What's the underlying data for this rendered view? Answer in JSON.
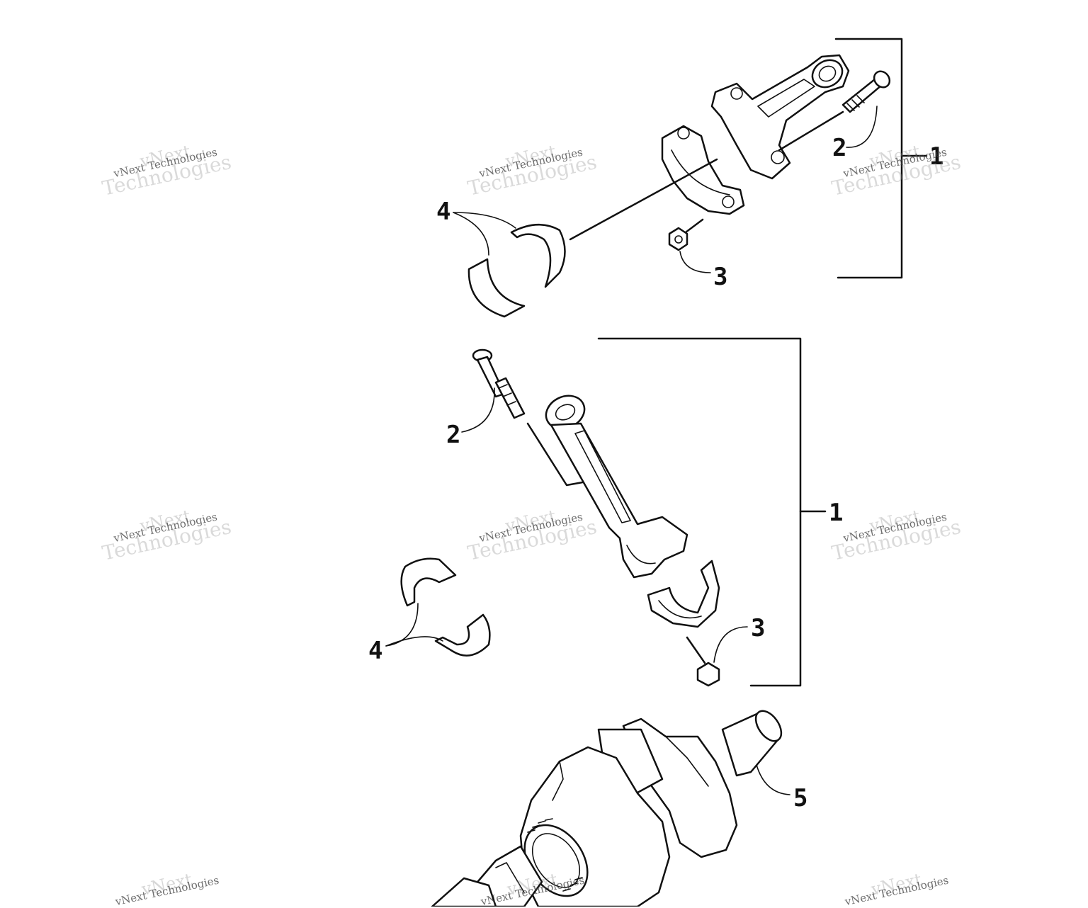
{
  "diagram": {
    "callouts": {
      "top_1": "1",
      "top_2": "2",
      "top_3": "3",
      "top_4": "4",
      "mid_1": "1",
      "mid_2": "2",
      "mid_3": "3",
      "mid_4": "4",
      "crank_5": "5"
    },
    "parts": [
      {
        "name": "connecting-rod-assembly",
        "ref": "1"
      },
      {
        "name": "rod-bolt",
        "ref": "2"
      },
      {
        "name": "rod-nut",
        "ref": "3"
      },
      {
        "name": "bearing-shells",
        "ref": "4"
      },
      {
        "name": "crankshaft",
        "ref": "5"
      }
    ]
  },
  "watermark": {
    "line1": "vNext",
    "line2": "vNext Technologies",
    "line3": "Technologies"
  },
  "colors": {
    "ink": "#111111",
    "background": "#ffffff",
    "watermark": "#8c8c8c"
  }
}
